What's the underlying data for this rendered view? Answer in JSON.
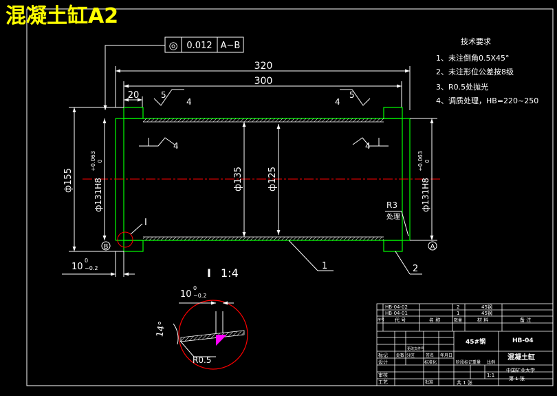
{
  "title": "混凝土缸A2",
  "tolerance_frame": {
    "symbol": "◎",
    "value": "0.012",
    "datum": "A−B"
  },
  "dimensions": {
    "overall_length": "320",
    "inner_length": "300",
    "end_width": "20",
    "outer_dia": "ф155",
    "bore_dia_left": "ф131H8",
    "bore_upper_dev": "+0.063",
    "bore_lower_dev": "0",
    "mid_dia_1": "ф135",
    "mid_dia_2": "ф125",
    "bore_dia_right": "ф131H8",
    "collar_nominal": "10",
    "collar_upper_dev": "0",
    "collar_lower_dev": "−0.2",
    "radius": "R3",
    "radius_note": "处理",
    "detail_width_nominal": "10",
    "detail_upper_dev": "0",
    "detail_lower_dev": "−0.2",
    "detail_angle": "14°",
    "detail_radius": "R0.5"
  },
  "roughness": {
    "sym_a": "5",
    "sym_b": "5",
    "sym_c": "4",
    "sym_d": "4",
    "sym_e": "4",
    "sym_f": "4"
  },
  "datums": {
    "left": "B",
    "right": "A"
  },
  "section_mark": "I",
  "section_label": "I",
  "scale_label": "1:4",
  "leaders": {
    "part_1": "1",
    "part_2": "2"
  },
  "requirements": {
    "heading": "技术要求",
    "items": [
      "1、未注倒角0.5X45°",
      "2、未注形位公差按8级",
      "3、R0.5处抛光",
      "4、调质处理，HB=220~250"
    ]
  },
  "title_block": {
    "row1_code": "HB-04-02",
    "row1_qty": "2",
    "row1_material": "45钢",
    "row2_code": "HB-04-01",
    "row2_qty": "1",
    "row2_material": "45钢",
    "h_seq": "序号",
    "h_code": "代 号",
    "h_name": "名 称",
    "h_qty": "数量",
    "h_material": "材 料",
    "h_remarks": "备 注",
    "material": "45#钢",
    "drawing_no": "HB-04",
    "part_name": "混凝土缸",
    "label_mark": "标记",
    "label_count": "处数",
    "label_zone": "分区",
    "label_change": "更改文件号",
    "label_sign": "签名",
    "label_date": "年月日",
    "label_design": "设计",
    "label_std": "标准化",
    "label_stage": "阶段标记",
    "label_weight": "重量",
    "label_scale": "比例",
    "label_review": "审核",
    "label_process": "工艺",
    "label_approve": "批准",
    "scale": "1:1",
    "school": "中国矿业大学",
    "sheets": "共 1 张",
    "sheet": "第 1 张"
  }
}
